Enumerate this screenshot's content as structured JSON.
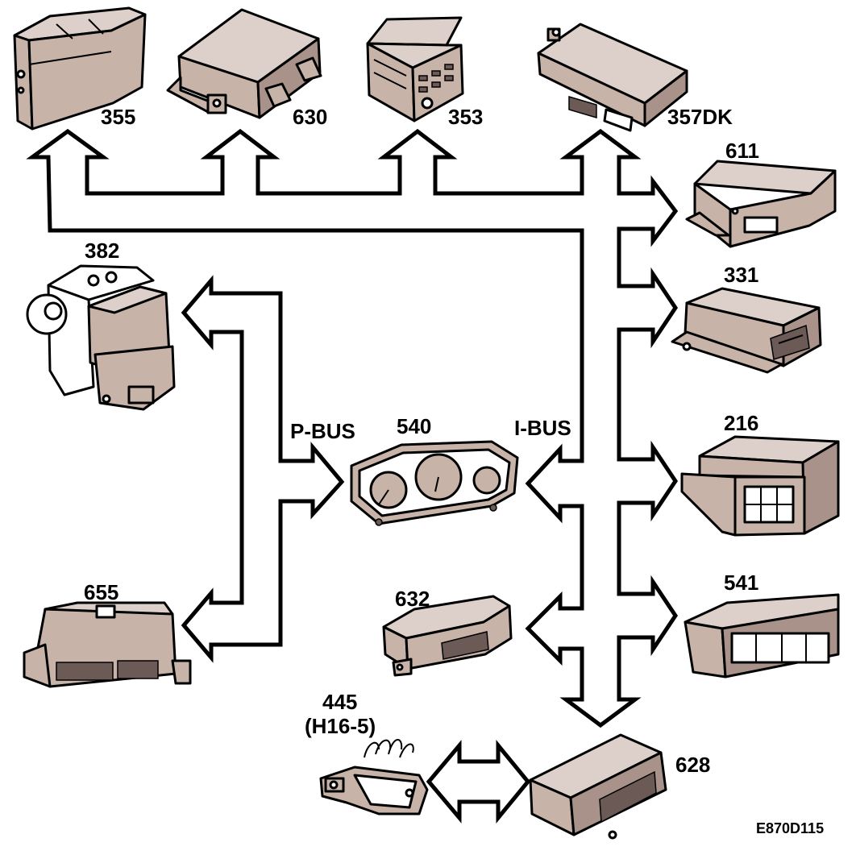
{
  "modules": {
    "m355": "355",
    "m630": "630",
    "m353": "353",
    "m357": "357DK",
    "m611": "611",
    "m382": "382",
    "m331": "331",
    "m216": "216",
    "m540": "540",
    "m655": "655",
    "m632": "632",
    "m541": "541",
    "m445": "445",
    "m445_sub": "(H16-5)",
    "m628": "628"
  },
  "buses": {
    "pbus": "P-BUS",
    "ibus": "I-BUS"
  },
  "figure_code": "E870D115",
  "colors": {
    "module_fill": "#c8b3a9",
    "arrow_fill": "#ffffff",
    "outline": "#000000"
  }
}
